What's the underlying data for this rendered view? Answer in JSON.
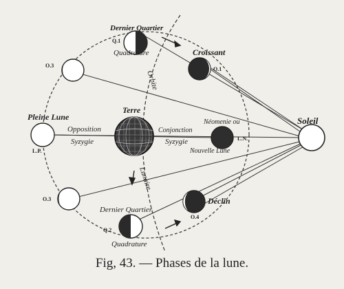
{
  "caption": "Fig, 43. — Phases de la lune.",
  "labels": {
    "dernier_quartier_top": "Dernier Quartier",
    "quadrature_top": "Quadrature",
    "q1": "Q.1",
    "croissant": "Croissant",
    "o1": "O.1",
    "o3_top": "O.3",
    "orbite": "Orbite",
    "terre": "Terre",
    "pleine_lune": "Pleine Lune",
    "lp": "L.P.",
    "opposition": "Opposition",
    "syzygie_left": "Syzygie",
    "conjonction": "Conjonction",
    "syzygie_right": "Syzygie",
    "neomenie": "Néomenie ou",
    "nouvelle_lune": "Nouvelle Lune",
    "ln": "L.N.",
    "soleil": "Soleil",
    "o3_bottom": "O.3",
    "lunaire": "Lunaire",
    "dernier_quartier_bottom": "Dernier Quartier",
    "q2": "Q.2",
    "quadrature_bottom": "Quadrature",
    "declin": "Déclin",
    "o4": "O.4"
  }
}
